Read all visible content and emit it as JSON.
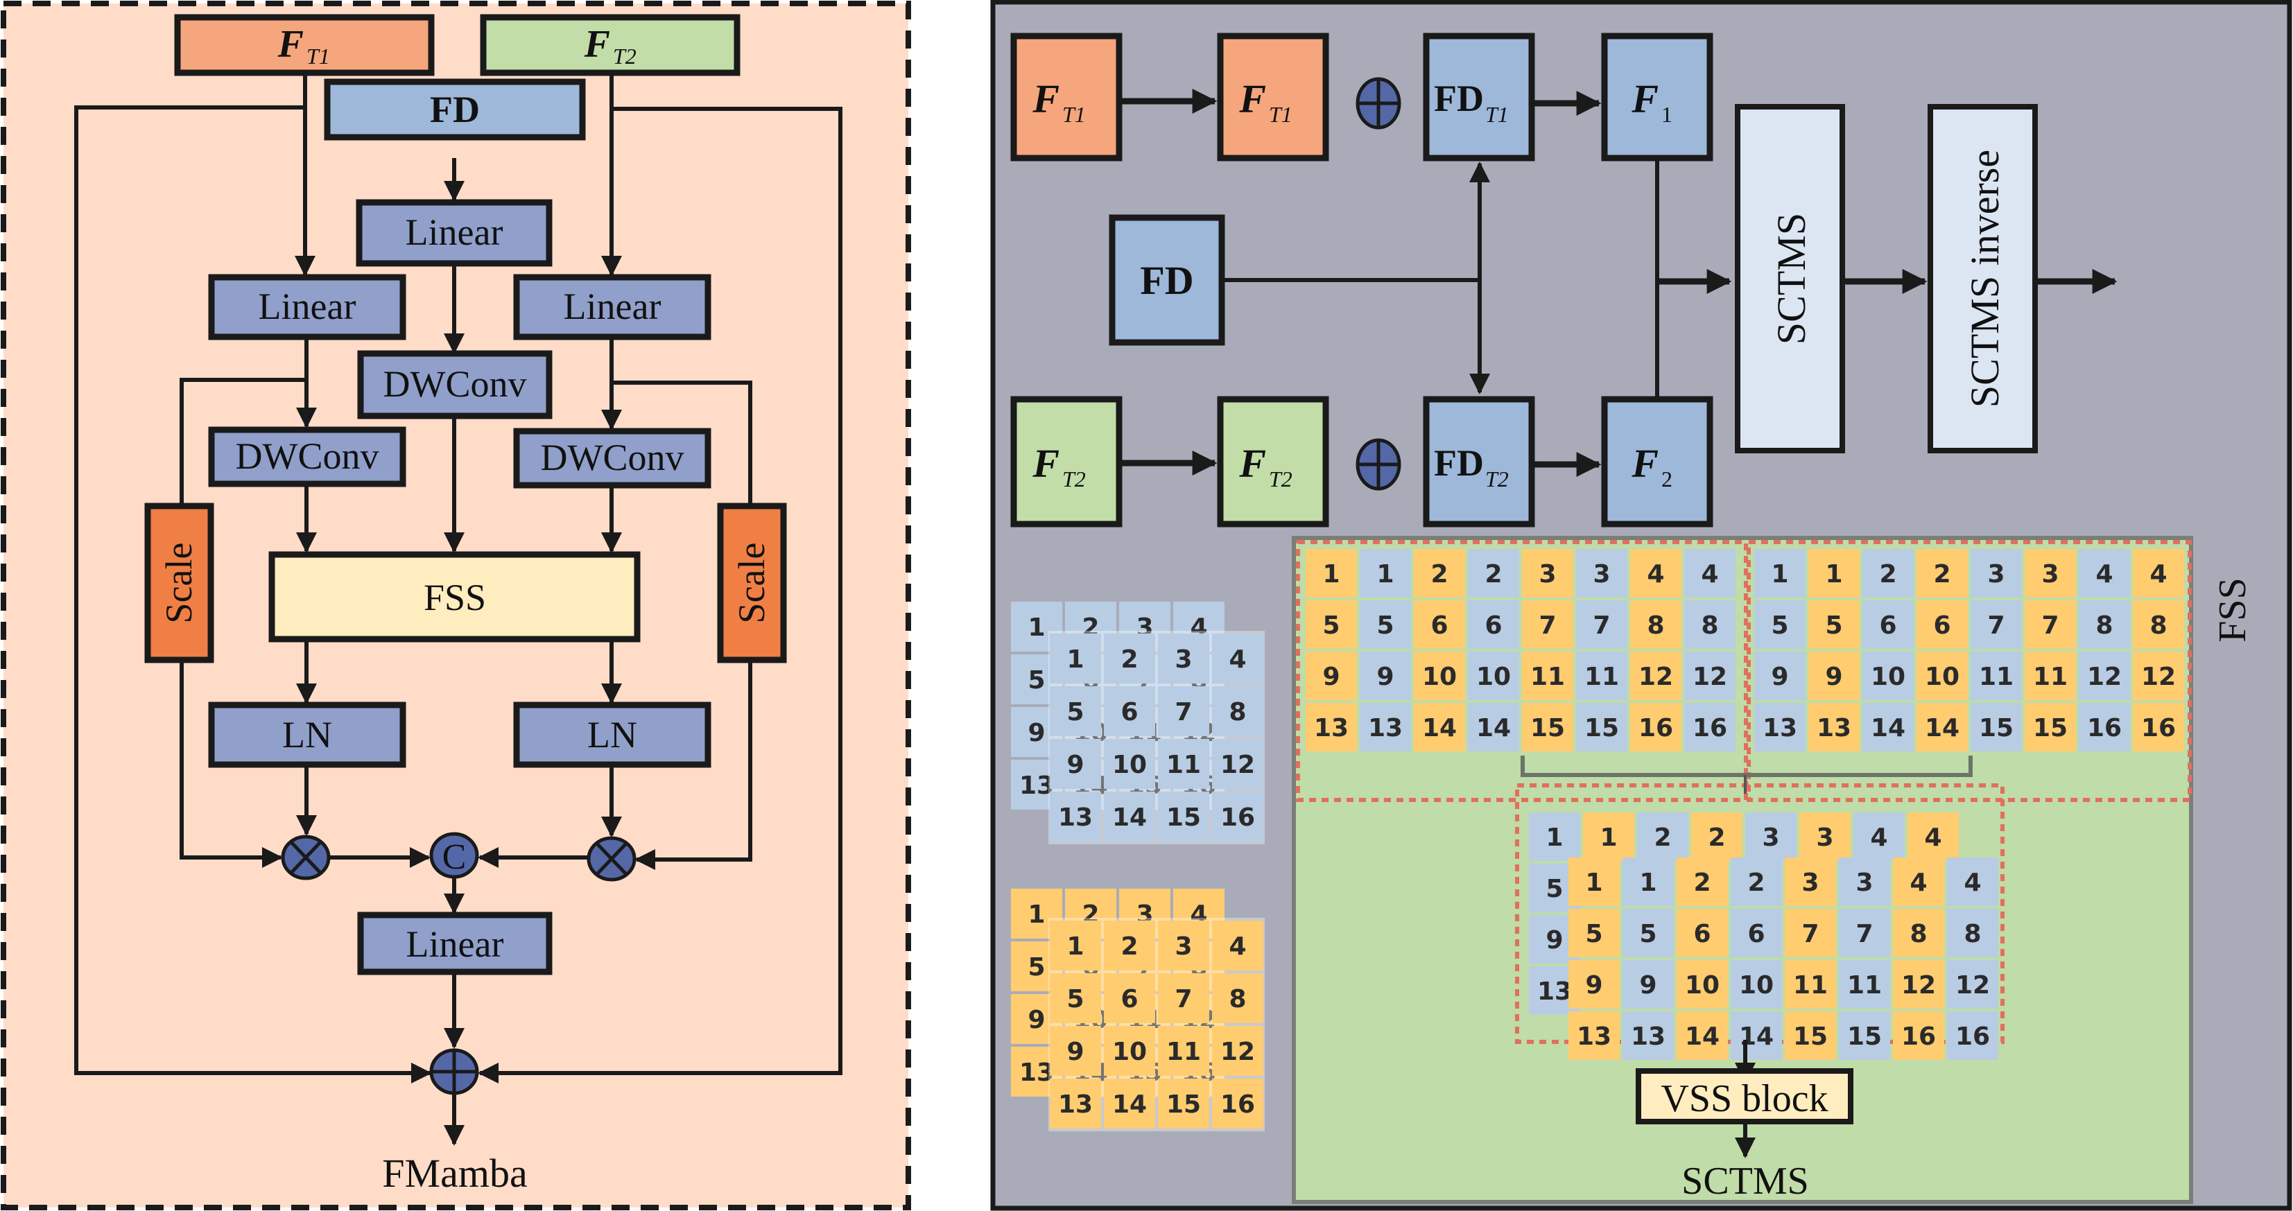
{
  "colors": {
    "left_panel_bg": "#FFDCC8",
    "right_panel_bg": "#A9ACB8",
    "fss_region_bg": "#C0DCA8",
    "t1_orange": "#F5A67C",
    "t2_green": "#C2DDA8",
    "fd_blue": "#9DB8D9",
    "op_blue": "#90A0CA",
    "scale_orange": "#F07F45",
    "fss_yellow": "#FFEDC0",
    "sctms_light": "#DCE6F2",
    "node_blue": "#5468A8",
    "cell_blue": "#B8CCE4",
    "cell_orange": "#FFCC70",
    "dash_red": "#E0705E"
  },
  "left_panel": {
    "caption": "FMamba",
    "inputs": [
      {
        "base": "F",
        "sub": "T1"
      },
      {
        "base": "F",
        "sub": "T2"
      }
    ],
    "fd_label": "FD",
    "linear_center": "Linear",
    "linear_left": "Linear",
    "linear_right": "Linear",
    "dwconv_center": "DWConv",
    "dwconv_left": "DWConv",
    "dwconv_right": "DWConv",
    "scale_left": "Scale",
    "scale_right": "Scale",
    "fss": "FSS",
    "ln_left": "LN",
    "ln_right": "LN",
    "concat_symbol": "C",
    "linear_bottom": "Linear"
  },
  "right_panel": {
    "t1_in": {
      "base": "F",
      "sub": "T1"
    },
    "t1_mid": {
      "base": "F",
      "sub": "T1"
    },
    "fd_t1": {
      "base": "FD",
      "sub": "T1"
    },
    "f1": {
      "base": "F",
      "sub": "1"
    },
    "fd": "FD",
    "t2_in": {
      "base": "F",
      "sub": "T2"
    },
    "t2_mid": {
      "base": "F",
      "sub": "T2"
    },
    "fd_t2": {
      "base": "FD",
      "sub": "T2"
    },
    "f2": {
      "base": "F",
      "sub": "2"
    },
    "sctms": "SCTMS",
    "sctms_inverse": "SCTMS inverse",
    "fss_label": "FSS",
    "vss_block": "VSS block",
    "sctms_caption": "SCTMS"
  },
  "grids": {
    "source_blue": [
      [
        1,
        2,
        3,
        4
      ],
      [
        5,
        6,
        7,
        8
      ],
      [
        9,
        10,
        11,
        12
      ],
      [
        13,
        14,
        15,
        16
      ]
    ],
    "source_orange": [
      [
        1,
        2,
        3,
        4
      ],
      [
        5,
        6,
        7,
        8
      ],
      [
        9,
        10,
        11,
        12
      ],
      [
        13,
        14,
        15,
        16
      ]
    ],
    "interleave_a": {
      "rows": [
        [
          1,
          1,
          2,
          2,
          3,
          3,
          4,
          4
        ],
        [
          5,
          5,
          6,
          6,
          7,
          7,
          8,
          8
        ],
        [
          9,
          9,
          10,
          10,
          11,
          11,
          12,
          12
        ],
        [
          13,
          13,
          14,
          14,
          15,
          15,
          16,
          16
        ]
      ],
      "first_color": "orange"
    },
    "interleave_b": {
      "rows": [
        [
          1,
          1,
          2,
          2,
          3,
          3,
          4,
          4
        ],
        [
          5,
          5,
          6,
          6,
          7,
          7,
          8,
          8
        ],
        [
          9,
          9,
          10,
          10,
          11,
          11,
          12,
          12
        ],
        [
          13,
          13,
          14,
          14,
          15,
          15,
          16,
          16
        ]
      ],
      "first_color": "blue"
    },
    "merged_front": {
      "rows": [
        [
          1,
          1,
          2,
          2,
          3,
          3,
          4,
          4
        ],
        [
          5,
          5,
          6,
          6,
          7,
          7,
          8,
          8
        ],
        [
          9,
          9,
          10,
          10,
          11,
          11,
          12,
          12
        ],
        [
          13,
          13,
          14,
          14,
          15,
          15,
          16,
          16
        ]
      ],
      "first_color": "orange"
    },
    "merged_back_first_col": [
      1,
      5,
      9,
      13
    ],
    "merged_back_top_row": [
      1,
      1,
      2,
      2,
      3,
      3,
      4,
      4
    ]
  }
}
